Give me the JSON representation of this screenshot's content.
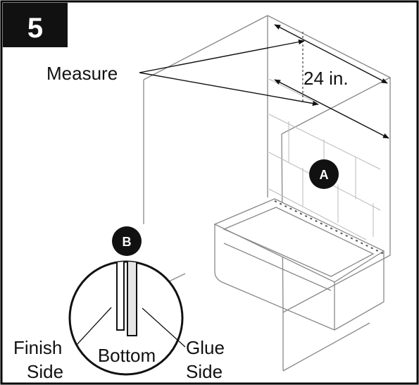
{
  "step": {
    "number": "5"
  },
  "labels": {
    "measure": "Measure",
    "dimension": "24 in.",
    "badge_a": "A",
    "badge_b": "B",
    "finish_side_line1": "Finish",
    "finish_side_line2": "Side",
    "bottom": "Bottom",
    "glue_side_line1": "Glue",
    "glue_side_line2": "Side"
  }
}
